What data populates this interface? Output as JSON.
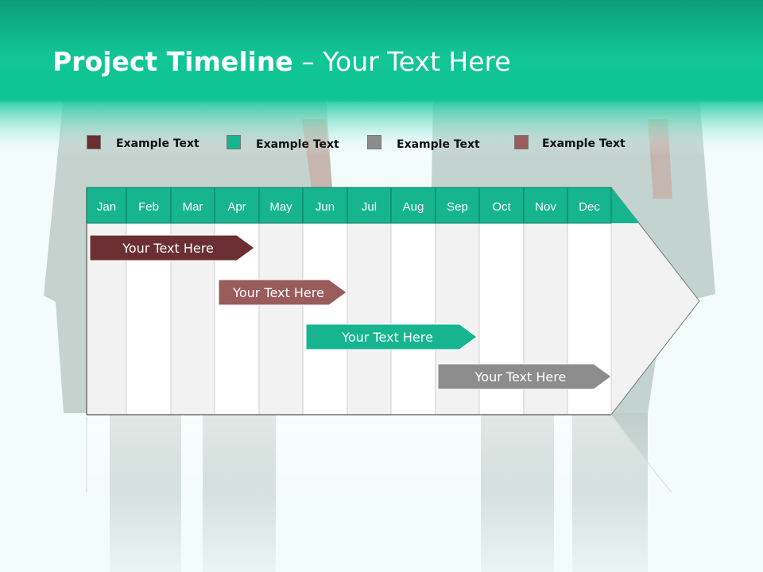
{
  "slide": {
    "title_bold": "Project Timeline",
    "title_rest": " – Your Text Here"
  },
  "colors": {
    "header": "#0fc592",
    "teal": "#16b58f",
    "maroon": "#6b2f33",
    "rose": "#9a5b5b",
    "gray": "#8c8c8c"
  },
  "legend": [
    {
      "label": "Example Text",
      "color": "#6b2f33"
    },
    {
      "label": "Example Text",
      "color": "#16b58f"
    },
    {
      "label": "Example Text",
      "color": "#8c8c8c"
    },
    {
      "label": "Example Text",
      "color": "#9a5b5b"
    }
  ],
  "chart_data": {
    "type": "gantt",
    "categories": [
      "Jan",
      "Feb",
      "Mar",
      "Apr",
      "May",
      "Jun",
      "Jul",
      "Aug",
      "Sep",
      "Oct",
      "Nov",
      "Dec"
    ],
    "tasks": [
      {
        "label": "Your  Text Here",
        "start": "Jan",
        "end": "Apr",
        "color": "#6b2f33"
      },
      {
        "label": "Your  Text Here",
        "start": "Apr",
        "end": "Jun",
        "color": "#9a5b5b"
      },
      {
        "label": "Your  Text Here",
        "start": "Jun",
        "end": "Sep",
        "color": "#16b58f"
      },
      {
        "label": "Your  Text Here",
        "start": "Sep",
        "end": "Dec",
        "color": "#8c8c8c"
      }
    ]
  }
}
